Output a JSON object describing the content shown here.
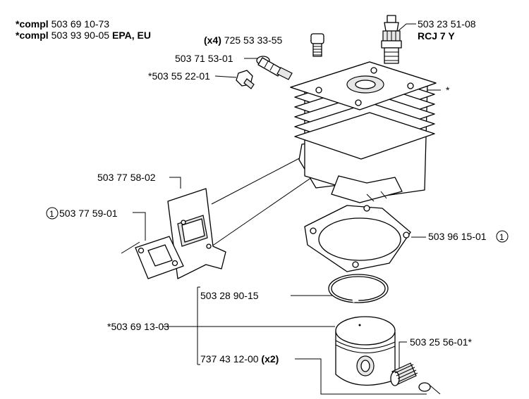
{
  "header": {
    "compl_1_prefix": "*compl",
    "compl_1_number": " 503 69 10-73",
    "compl_2_prefix": "*compl",
    "compl_2_number": " 503 93 90-05 ",
    "compl_2_suffix": "EPA, EU"
  },
  "parts": {
    "spark_plug": {
      "number": "503 23 51-08",
      "type": "RCJ 7 Y"
    },
    "bolts": {
      "qty": "(x4)",
      "number": " 725 53 33-55"
    },
    "decomp_valve": {
      "number": "503 71 53-01"
    },
    "plug_cap": {
      "number": "*503 55 22-01"
    },
    "cylinder": {
      "asterisk": "*"
    },
    "gasket_thick": {
      "number": "503 77 58-02"
    },
    "gasket_thin": {
      "circle": "1",
      "number": " 503 77 59-01"
    },
    "base_gasket": {
      "number": "503 96 15-01",
      "circle": "1"
    },
    "piston_ring": {
      "number": "503 28 90-15"
    },
    "piston_kit": {
      "number": "*503 69 13-03"
    },
    "circlip": {
      "number": "737 43 12-00 ",
      "qty": "(x2)"
    },
    "needle_bearing": {
      "number": "503 25 56-01*"
    }
  }
}
